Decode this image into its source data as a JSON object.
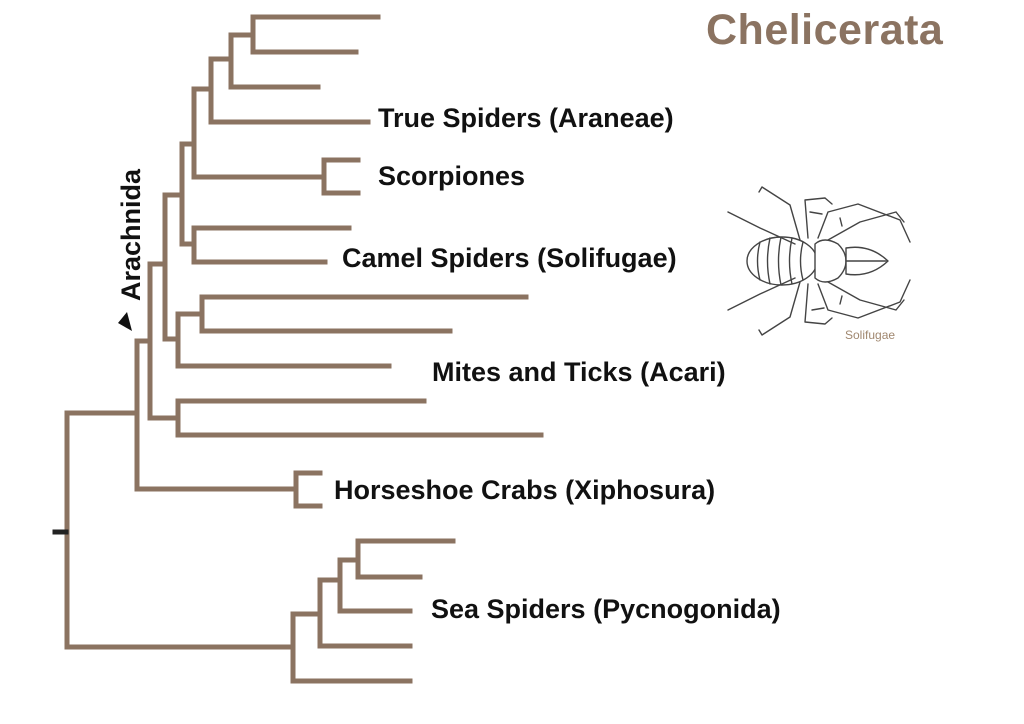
{
  "title": "Chelicerata",
  "clade_label": "Arachnida",
  "taxa": {
    "true_spiders": "True Spiders (Araneae)",
    "scorpiones": "Scorpiones",
    "camel_spiders": "Camel Spiders (Solifugae)",
    "mites_ticks": "Mites and Ticks (Acari)",
    "horseshoe_crabs": "Horseshoe Crabs (Xiphosura)",
    "sea_spiders": "Sea Spiders (Pycnogonida)"
  },
  "illustration": {
    "subject": "solifugid-drawing",
    "caption": "Solifugae"
  },
  "colors": {
    "branch": "#8b7361",
    "title": "#8b7361",
    "text": "#111111",
    "root_tick": "#222222"
  }
}
